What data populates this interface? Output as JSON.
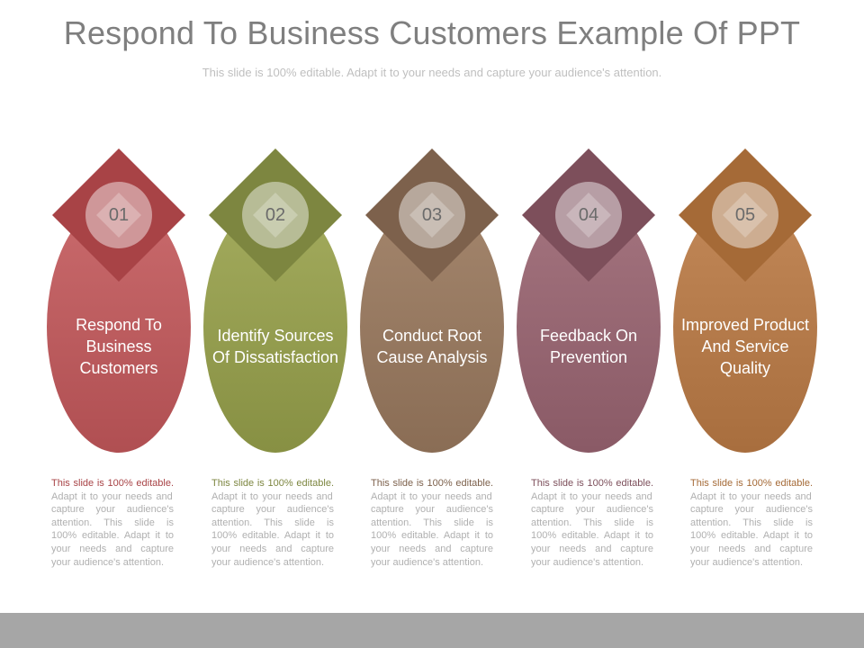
{
  "slide": {
    "title": "Respond To Business Customers Example Of PPT",
    "subtitle": "This slide is 100% editable. Adapt it to your needs and capture your audience's attention."
  },
  "steps": [
    {
      "number": "01",
      "label": "Respond To Business Customers",
      "desc_lead": "This slide is 100% editable.",
      "desc_rest": " Adapt it to your needs and capture your audience's attention. This slide is 100% editable. Adapt it to your needs and capture your audience's attention.",
      "color": "#b04f52",
      "color_light": "#c96a6c",
      "diamond": "#a84346",
      "lead_color": "#a84346"
    },
    {
      "number": "02",
      "label": "Identify Sources Of Dissatisfaction",
      "desc_lead": "This slide is 100% editable.",
      "desc_rest": " Adapt it to your needs and capture your audience's attention. This slide is 100% editable. Adapt it to your needs and capture your audience's attention.",
      "color": "#879043",
      "color_light": "#a3ab5d",
      "diamond": "#7d8640",
      "lead_color": "#7d8640"
    },
    {
      "number": "03",
      "label": "Conduct Root Cause Analysis",
      "desc_lead": "This slide is 100% editable.",
      "desc_rest": " Adapt it to your needs and capture your audience's attention. This slide is 100% editable. Adapt it to your needs and capture your audience's attention.",
      "color": "#8a6d55",
      "color_light": "#a3856c",
      "diamond": "#7d614c",
      "lead_color": "#7d614c"
    },
    {
      "number": "04",
      "label": "Feedback On Prevention",
      "desc_lead": "This slide is 100% editable.",
      "desc_rest": " Adapt it to your needs and capture your audience's attention. This slide is 100% editable. Adapt it to your needs and capture your audience's attention.",
      "color": "#8a5a66",
      "color_light": "#a3737e",
      "diamond": "#7d4f5b",
      "lead_color": "#7d4f5b"
    },
    {
      "number": "05",
      "label": "Improved Product And Service Quality",
      "desc_lead": "This slide is 100% editable.",
      "desc_rest": " Adapt it to your needs and capture your audience's attention. This slide is 100% editable. Adapt it to your needs and capture your audience's attention.",
      "color": "#a86e3e",
      "color_light": "#c18757",
      "diamond": "#a56a37",
      "lead_color": "#a56a37"
    }
  ]
}
